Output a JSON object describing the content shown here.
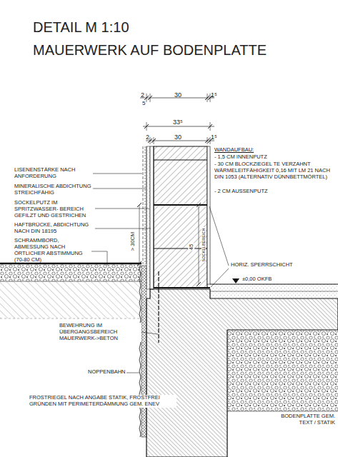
{
  "diagram": {
    "title": "DETAIL M 1:10 MAUERWERK AUF BODENPLATTE",
    "labels": [
      "2",
      "30",
      "1⁵",
      "5",
      "33⁵",
      "2",
      "30",
      "1⁵",
      "WANDAUFBAU:",
      "- 1,5 CM INNENPUTZ",
      "- 30 CM BLOCKZIEGEL TE VERZAHNT WÄRMELEITFÄHIGKEIT 0,16 MIT LM 21 NACH DIN 1053 (ALTERNATIV DÜNNBETTMÖRTEL)",
      "- 2 CM AUSSENPUTZ",
      "LISENENSTÄRKE NACH ANFORDERUNG",
      "MINERALISCHE ABDICHTUNG STREICHFÄHIG",
      "SOCKELPUTZ IM SPRITZWASSER- BEREICH GEFILZT UND GESTRICHEN",
      "HAFTBRÜCKE, ABDICHTUNG NACH DIN 18195",
      "SCHRAMMBORD, ABMESSUNG NACH ÖRTLICHER ABSTIMMUNG (70-80 CM)",
      "> 30CM",
      "45",
      "SOCKELBEREICH",
      "HORIZ. SPERRSCHICHT",
      "±0,00 OKFB",
      "BEWEHRUNG IM ÜBERGANGSBEREICH MAUERWERK->BETON",
      "NOPPENBAHN",
      "FROSTRIEGEL NACH ANGABE STATIK, FROSTFREI GRÜNDEN MIT PERIMETERDÄMMUNG GEM. ENEV",
      "BODENPLATTE GEM. TEXT / STATIK"
    ]
  }
}
